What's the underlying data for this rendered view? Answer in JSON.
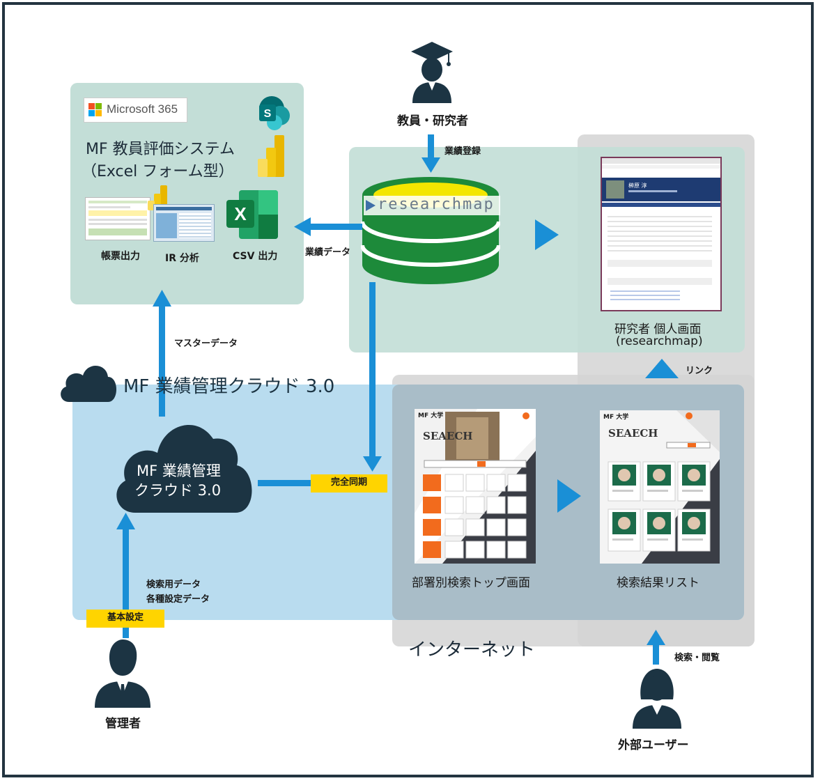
{
  "ms365": {
    "logo_text": "Microsoft 365",
    "title_line1": "MF 教員評価システム",
    "title_line2": "（Excel フォーム型）",
    "items": [
      "帳票出力",
      "IR 分析",
      "CSV 出力"
    ]
  },
  "researchmap": {
    "logo_text": "researchmap",
    "screen_title_line1": "研究者 個人画面",
    "screen_title_line2": "(researchmap)"
  },
  "actors": {
    "researcher": "教員・研究者",
    "admin": "管理者",
    "external": "外部ユーザー"
  },
  "arrows": {
    "register": "業績登録",
    "data": "業績データ",
    "master": "マスターデータ",
    "search_data_line1": "検索用データ",
    "search_data_line2": "各種設定データ",
    "link": "リンク",
    "browse": "検索・閲覧"
  },
  "badges": {
    "full_sync": "完全同期",
    "basic_settings": "基本設定"
  },
  "cloud": {
    "header": "MF 業績管理クラウド 3.0",
    "center_line1": "MF 業績管理",
    "center_line2": "クラウド 3.0"
  },
  "internet": {
    "label": "インターネット",
    "top_screen_label": "部署別検索トップ画面",
    "result_screen_label": "検索結果リスト",
    "brand": "MF 大学",
    "search_word": "SEAECH",
    "researcher_name": "榊原 淳"
  },
  "colors": {
    "accent_blue": "#1a8fd6",
    "dark_navy": "#1c3443",
    "yellow": "#ffd400",
    "db_green": "#1d8a3a",
    "orange": "#f26b1d"
  }
}
